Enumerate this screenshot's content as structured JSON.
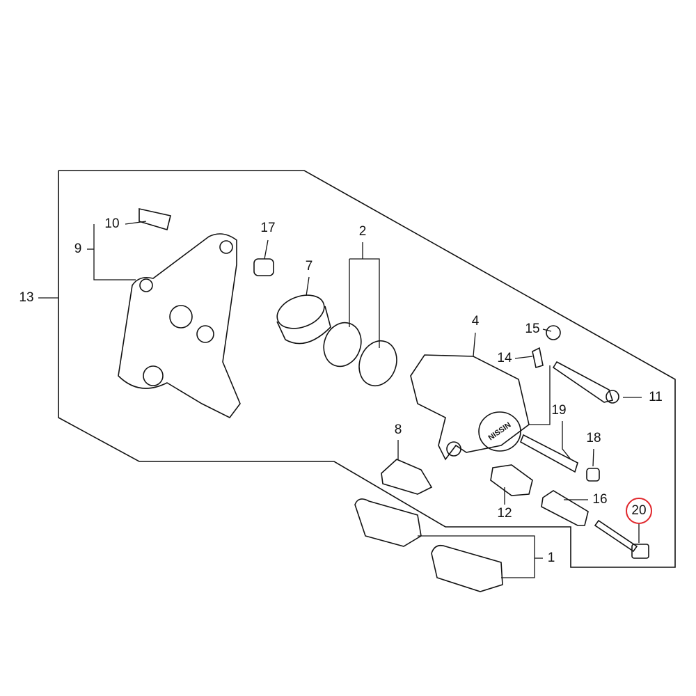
{
  "diagram": {
    "highlight_color": "#e0262b",
    "line_color": "#111111",
    "highlighted_part": "20",
    "caliper_marking": "NISSIN",
    "callouts": [
      {
        "id": "c13",
        "text": "13"
      },
      {
        "id": "c10",
        "text": "10"
      },
      {
        "id": "c9",
        "text": "9"
      },
      {
        "id": "c17",
        "text": "17"
      },
      {
        "id": "c7",
        "text": "7"
      },
      {
        "id": "c2",
        "text": "2"
      },
      {
        "id": "c4",
        "text": "4"
      },
      {
        "id": "c15",
        "text": "15"
      },
      {
        "id": "c14",
        "text": "14"
      },
      {
        "id": "c11",
        "text": "11"
      },
      {
        "id": "c19",
        "text": "19"
      },
      {
        "id": "c18",
        "text": "18"
      },
      {
        "id": "c8",
        "text": "8"
      },
      {
        "id": "c16",
        "text": "16"
      },
      {
        "id": "c12",
        "text": "12"
      },
      {
        "id": "c20",
        "text": "20"
      },
      {
        "id": "c1",
        "text": "1"
      }
    ]
  }
}
